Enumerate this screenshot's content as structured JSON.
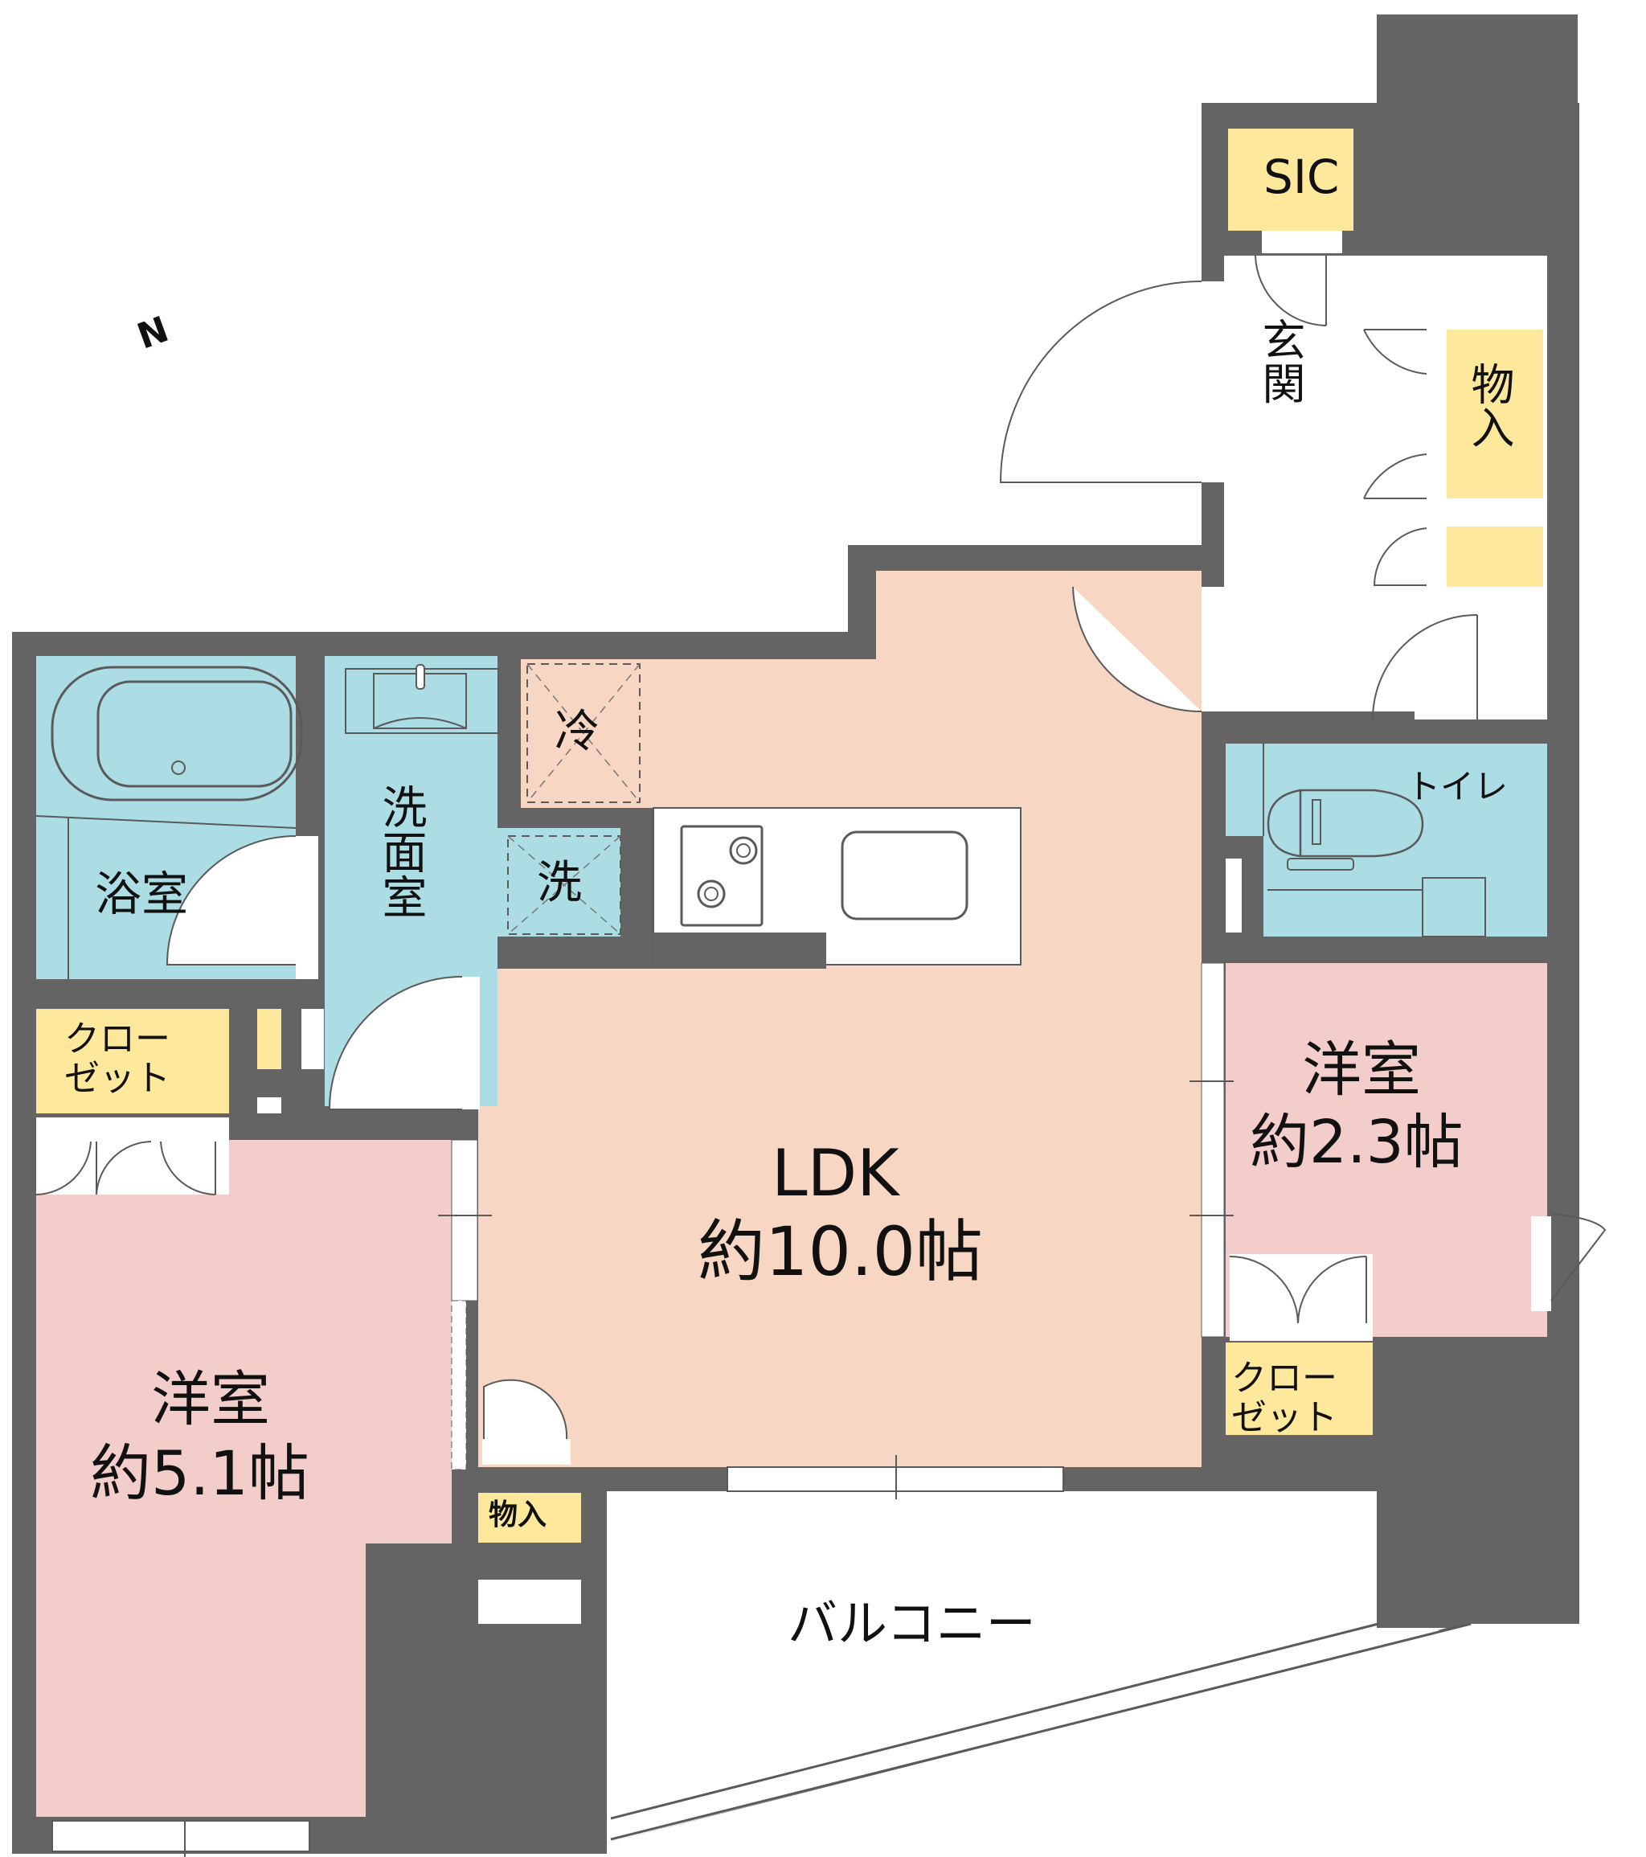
{
  "compass": {
    "label": "N",
    "rotation_deg": -20
  },
  "colors": {
    "wall": "#646464",
    "ldk": "#f7d7c3",
    "western_room": "#f2cdc9",
    "wet_area": "#acdde4",
    "storage": "#fde89c",
    "outside": "#ffffff",
    "line": "#5a5a5a"
  },
  "rooms": {
    "ldk": {
      "name": "LDK",
      "size": "約10.0帖"
    },
    "western_room_large": {
      "name": "洋室",
      "size": "約5.1帖"
    },
    "western_room_small": {
      "name": "洋室",
      "size": "約2.3帖"
    },
    "bathroom": {
      "name": "浴室"
    },
    "washroom": {
      "name": "洗面室"
    },
    "toilet": {
      "name": "トイレ"
    },
    "entrance": {
      "name": "玄関"
    },
    "balcony": {
      "name": "バルコニー"
    }
  },
  "storage": {
    "sic": "SIC",
    "entrance_storage": "物入",
    "closet_left": "クロー\nゼット",
    "closet_right": "クロー\nゼット",
    "ldk_storage": "物入"
  },
  "appliance_spaces": {
    "fridge": "冷",
    "washer": "洗"
  }
}
